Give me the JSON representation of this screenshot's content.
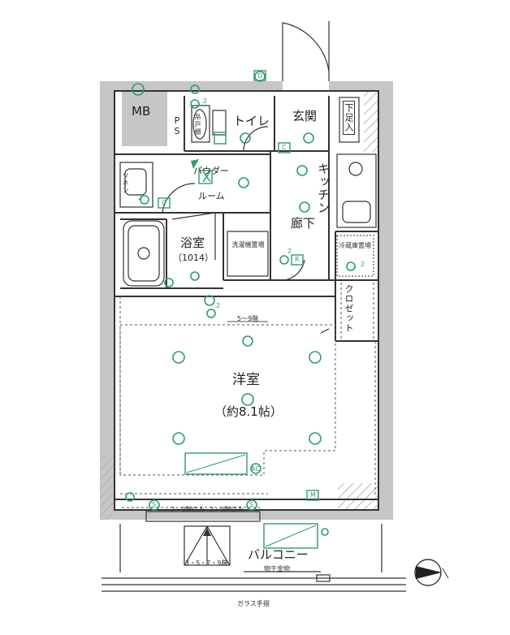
{
  "rooms": {
    "mb": "MB",
    "ps_p": "P",
    "ps_s": "S",
    "toilet": "トイレ",
    "hanging_cabinet": "吊戸棚",
    "entrance": "玄関",
    "shoe_box": "下足入",
    "powder_room_1": "パウダー",
    "powder_room_2": "ルーム",
    "linen": "リネン",
    "kitchen": "キッチン",
    "bath": "浴室",
    "bath_size": "（1014）",
    "hallway": "廊下",
    "washer_space": "洗濯機置場",
    "fridge_space": "冷蔵庫置場",
    "closet": "クロゼット",
    "western_room": "洋室",
    "western_room_size": "（約8.1帖）",
    "balcony": "バルコニー"
  },
  "notes": {
    "floors_5_9": "5～9階",
    "floors_2_9_a": "2・9階のみ",
    "floors_2_9_b": "2・9階のみ",
    "floors_3_5_7_9": "3・5・7・9階",
    "drying_hardware": "物干金物",
    "glass_handrail": "ガラス手摺"
  },
  "symbols": {
    "d": "D",
    "c1": "C",
    "c2": "C",
    "r": "R",
    "m": "M",
    "s1": "S",
    "s2": "S",
    "ac": "AC",
    "two1": "2",
    "two2": "2",
    "two3": "2",
    "two4": "2",
    "two5": "2"
  },
  "colors": {
    "wall": "#c6c6c6",
    "line": "#333333",
    "fixture_green": "#2e9c6a",
    "background": "#ffffff"
  }
}
